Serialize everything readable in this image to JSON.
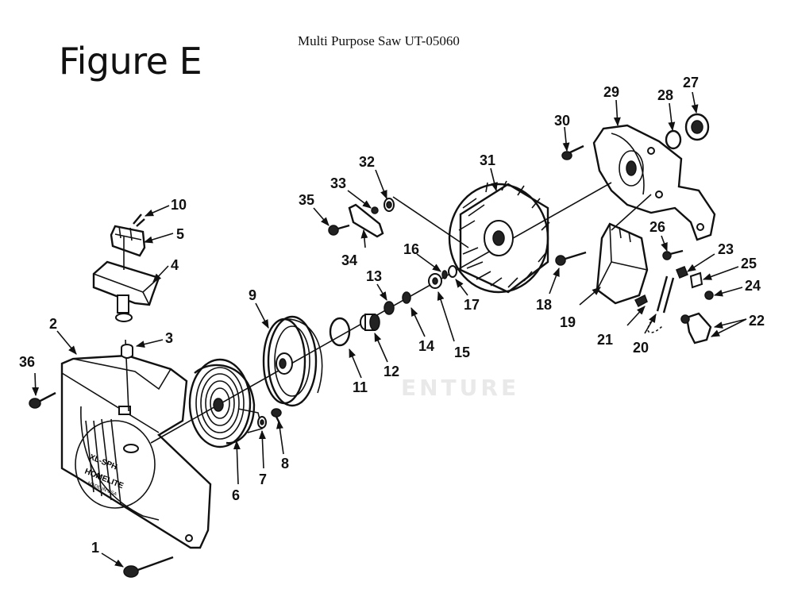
{
  "figure_label": "Figure E",
  "title": "Multi Purpose Saw UT-05060",
  "watermark": "ENTURE",
  "callouts": [
    {
      "id": "1",
      "text": "1"
    },
    {
      "id": "2",
      "text": "2"
    },
    {
      "id": "3",
      "text": "3"
    },
    {
      "id": "4",
      "text": "4"
    },
    {
      "id": "5",
      "text": "5"
    },
    {
      "id": "6",
      "text": "6"
    },
    {
      "id": "7",
      "text": "7"
    },
    {
      "id": "8",
      "text": "8"
    },
    {
      "id": "9",
      "text": "9"
    },
    {
      "id": "10",
      "text": "10"
    },
    {
      "id": "11",
      "text": "11"
    },
    {
      "id": "12",
      "text": "12"
    },
    {
      "id": "13",
      "text": "13"
    },
    {
      "id": "14",
      "text": "14"
    },
    {
      "id": "15",
      "text": "15"
    },
    {
      "id": "16",
      "text": "16"
    },
    {
      "id": "17",
      "text": "17"
    },
    {
      "id": "18",
      "text": "18"
    },
    {
      "id": "19",
      "text": "19"
    },
    {
      "id": "20",
      "text": "20"
    },
    {
      "id": "21",
      "text": "21"
    },
    {
      "id": "22",
      "text": "22"
    },
    {
      "id": "23",
      "text": "23"
    },
    {
      "id": "24",
      "text": "24"
    },
    {
      "id": "25",
      "text": "25"
    },
    {
      "id": "26",
      "text": "26"
    },
    {
      "id": "27",
      "text": "27"
    },
    {
      "id": "28",
      "text": "28"
    },
    {
      "id": "29",
      "text": "29"
    },
    {
      "id": "30",
      "text": "30"
    },
    {
      "id": "31",
      "text": "31"
    },
    {
      "id": "32",
      "text": "32"
    },
    {
      "id": "33",
      "text": "33"
    },
    {
      "id": "34",
      "text": "34"
    },
    {
      "id": "35",
      "text": "35"
    },
    {
      "id": "36",
      "text": "36"
    }
  ],
  "housing_decal": [
    "XL-SPH",
    "HOMELITE",
    "MADE IN USA"
  ]
}
